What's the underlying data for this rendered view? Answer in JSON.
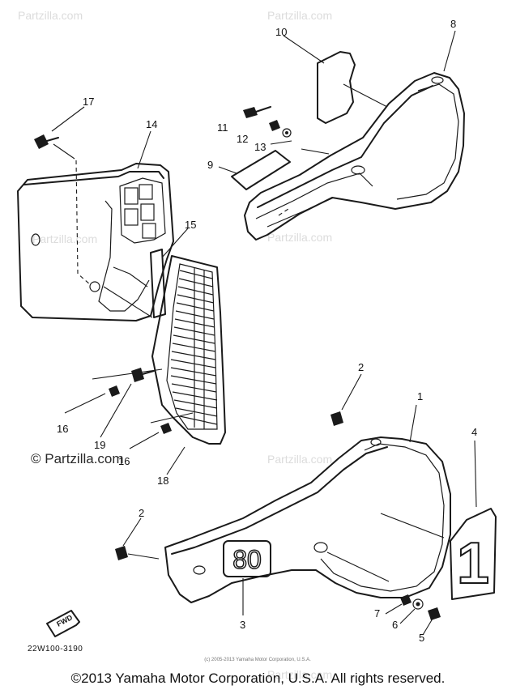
{
  "watermark": {
    "site": "Partzilla.com",
    "mark": "© Partzilla.com"
  },
  "callouts": [
    "1",
    "2",
    "2",
    "3",
    "4",
    "5",
    "6",
    "7",
    "8",
    "9",
    "10",
    "11",
    "12",
    "13",
    "14",
    "15",
    "16",
    "16",
    "17",
    "18",
    "19"
  ],
  "diagram_ref": "22W100-3190",
  "fwd_label": "FWD",
  "side_cover_label": "80",
  "side_cover_number": "1",
  "small_copyright": "(c) 2005-2013 Yamaha Motor Corporation, U.S.A.",
  "copyright": "©2013 Yamaha Motor Corporation, U.S.A. All rights reserved."
}
